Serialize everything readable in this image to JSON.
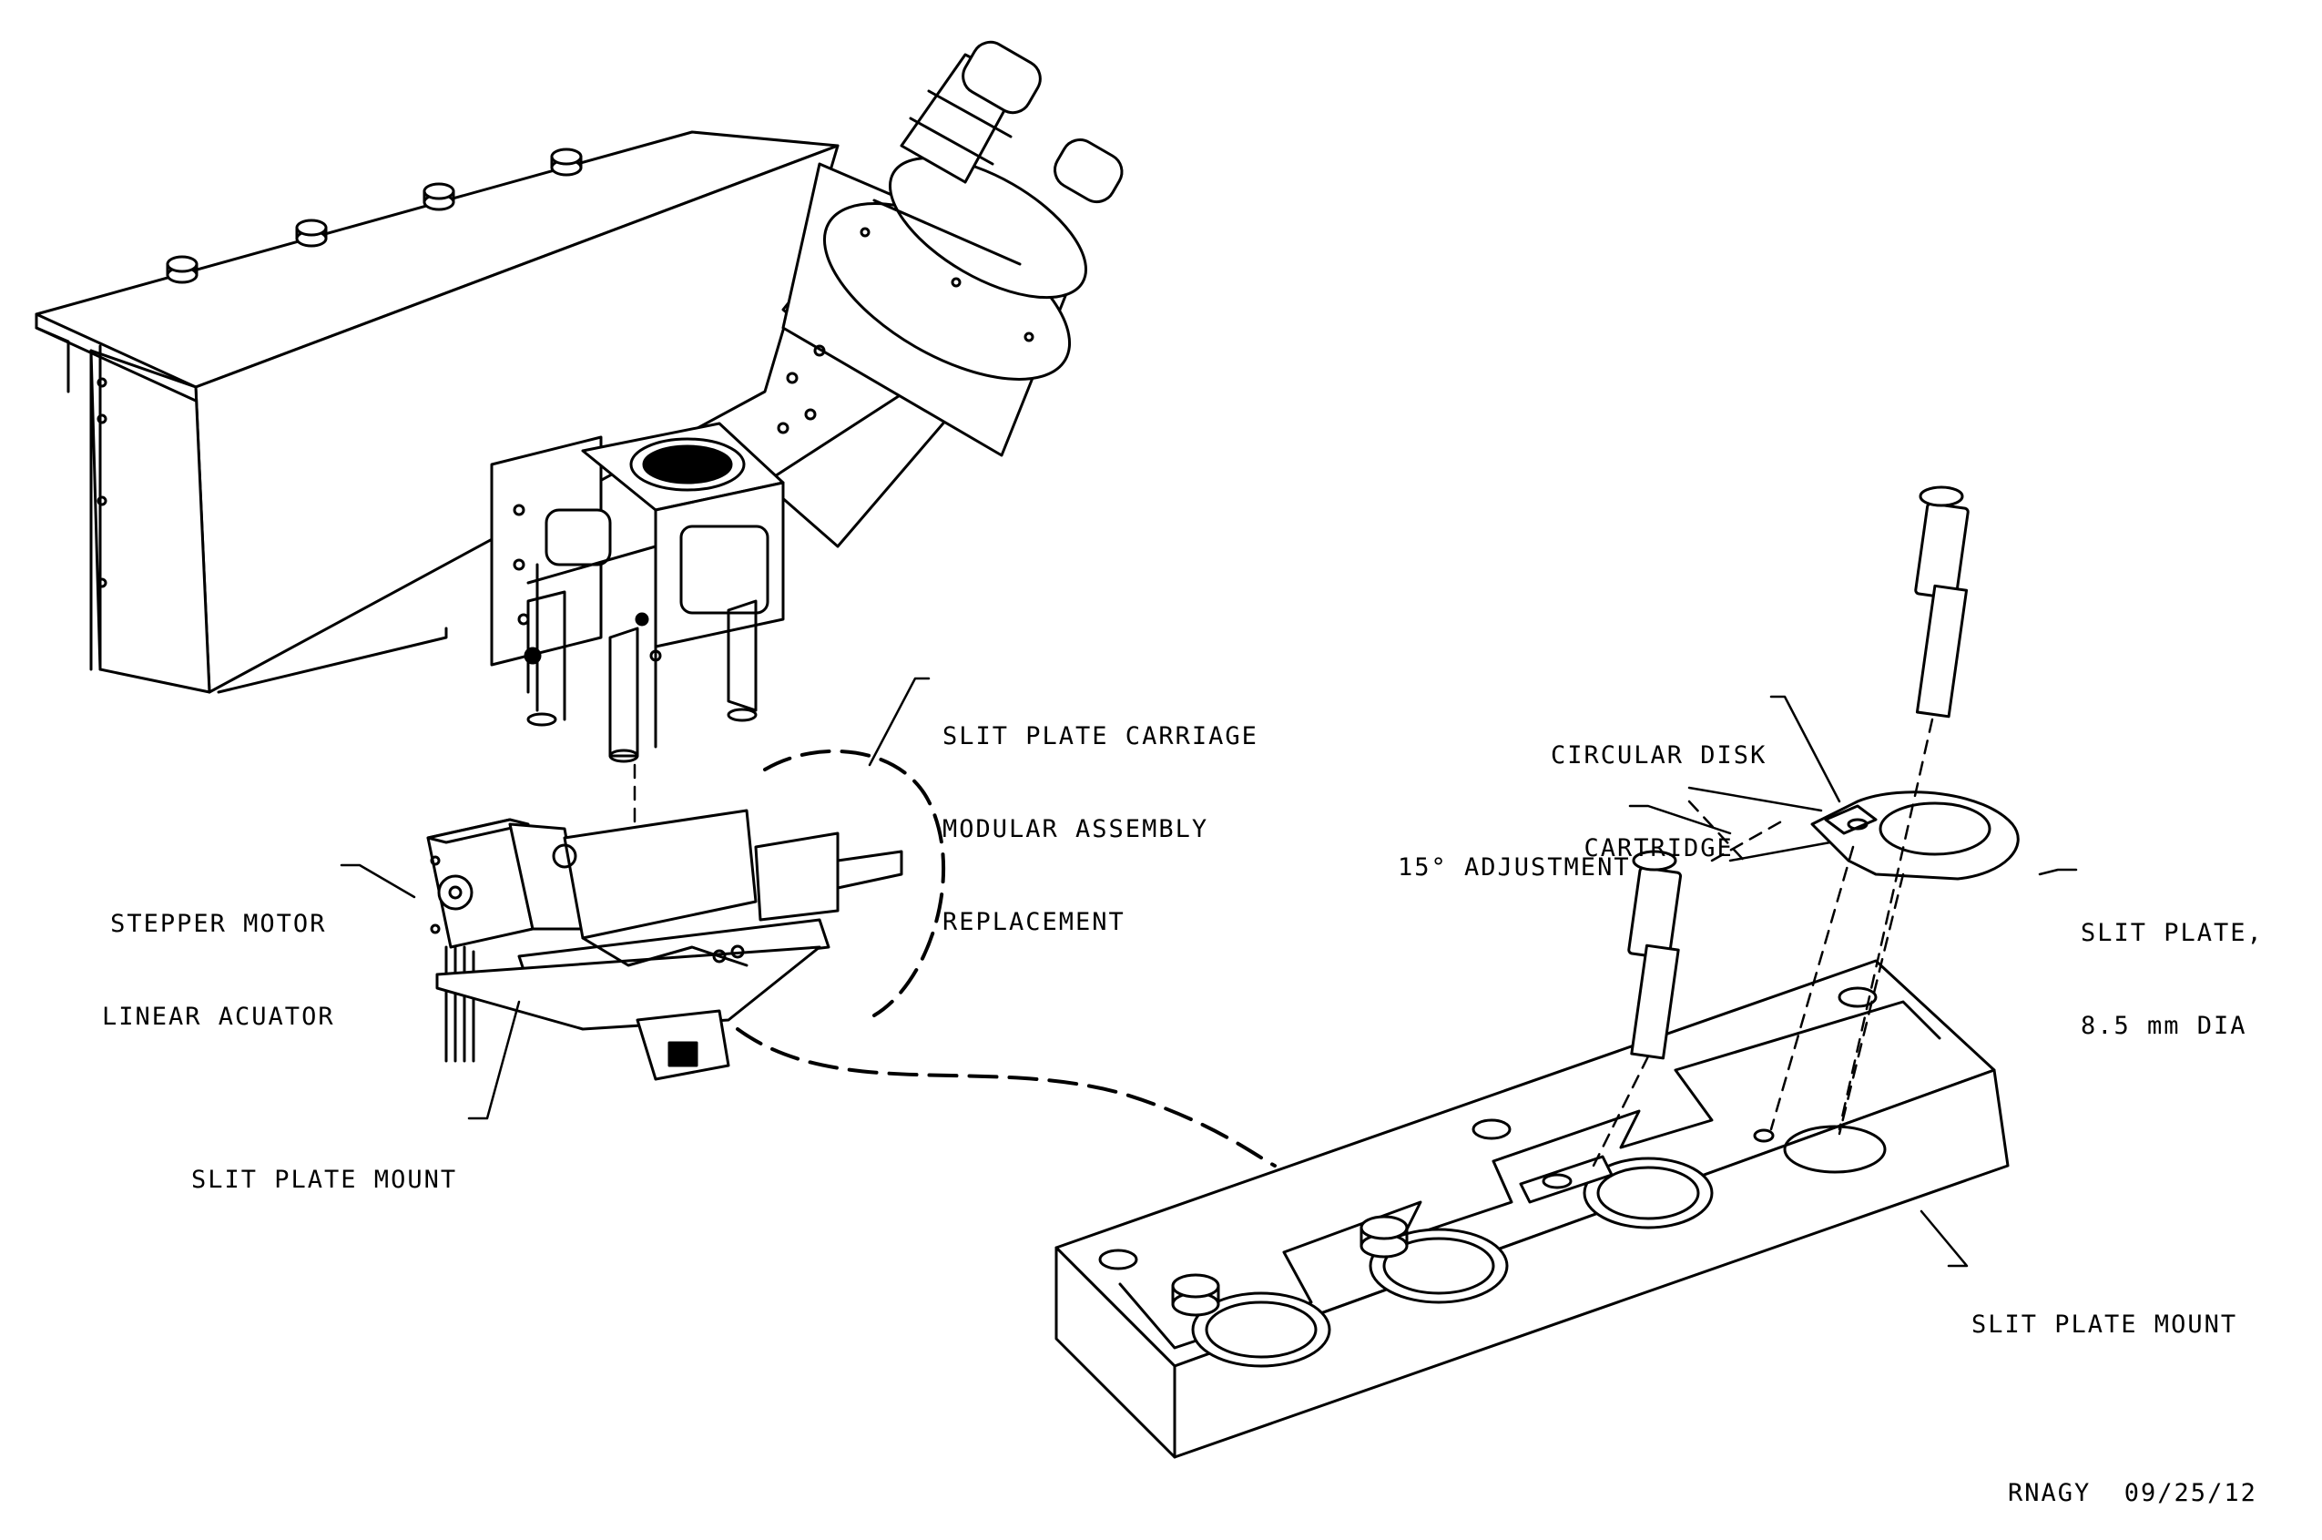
{
  "labels": {
    "carriage": [
      "SLIT PLATE CARRIAGE",
      "MODULAR ASSEMBLY",
      "REPLACEMENT"
    ],
    "stepper": [
      "STEPPER MOTOR",
      "LINEAR ACUATOR"
    ],
    "mount_left": "SLIT PLATE MOUNT",
    "disk": [
      "CIRCULAR DISK",
      "CARTRIDGE"
    ],
    "adjustment": "15° ADJUSTMENT",
    "slit_plate": [
      "SLIT PLATE,",
      "8.5 mm DIA"
    ],
    "mount_right": "SLIT PLATE MOUNT",
    "signature": "RNAGY  09/25/12"
  }
}
